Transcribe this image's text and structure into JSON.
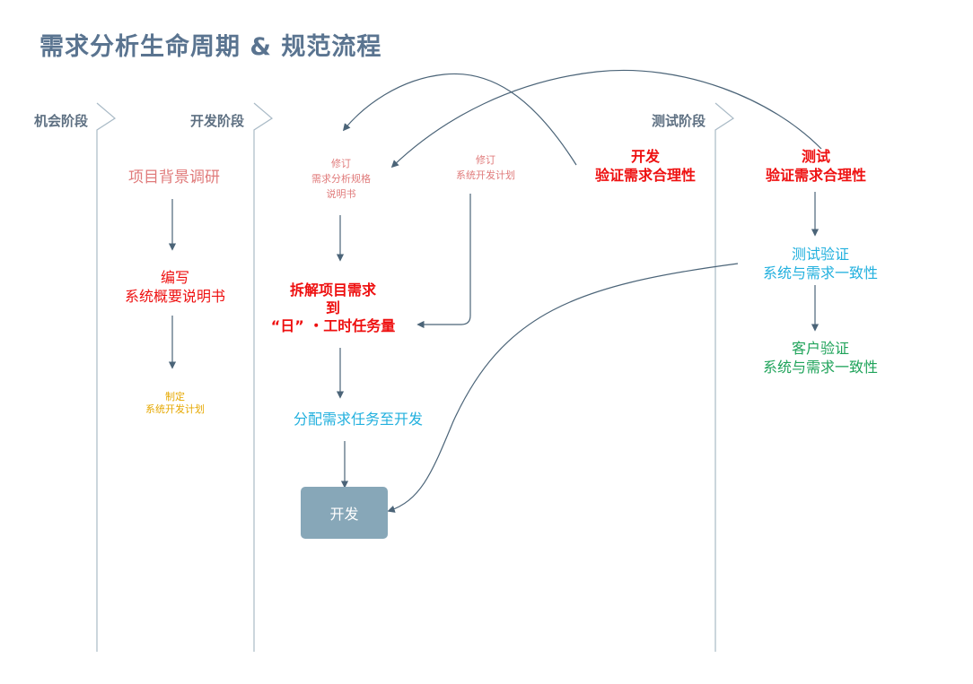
{
  "title": "需求分析生命周期 & 规范流程",
  "phases": {
    "opportunity": "机会阶段",
    "development": "开发阶段",
    "testing": "测试阶段"
  },
  "nodes": {
    "background_research": "项目背景调研",
    "write_overview": [
      "编写",
      "系统概要说明书"
    ],
    "make_plan": [
      "制定",
      "系统开发计划"
    ],
    "revise_spec": [
      "修订",
      "需求分析规格",
      "说明书"
    ],
    "revise_plan": [
      "修订",
      "系统开发计划"
    ],
    "dev_verify": [
      "开发",
      "验证需求合理性"
    ],
    "test_verify": [
      "测试",
      "验证需求合理性"
    ],
    "decompose": [
      "拆解项目需求",
      "到",
      "“日” ・工时任务量"
    ],
    "assign": "分配需求任务至开发",
    "develop": "开发",
    "test_check": [
      "测试验证",
      "系统与需求一致性"
    ],
    "customer_check": [
      "客户验证",
      "系统与需求一致性"
    ]
  },
  "colors": {
    "title": "#5a7490",
    "phase_line": "#a9bac6",
    "arrow": "#4b6478",
    "pink": "#e07b7b",
    "red": "#ee1010",
    "blue": "#22b0de",
    "green": "#1fa35a",
    "yellow": "#e6a800",
    "dev_box": "#87a7b8"
  }
}
